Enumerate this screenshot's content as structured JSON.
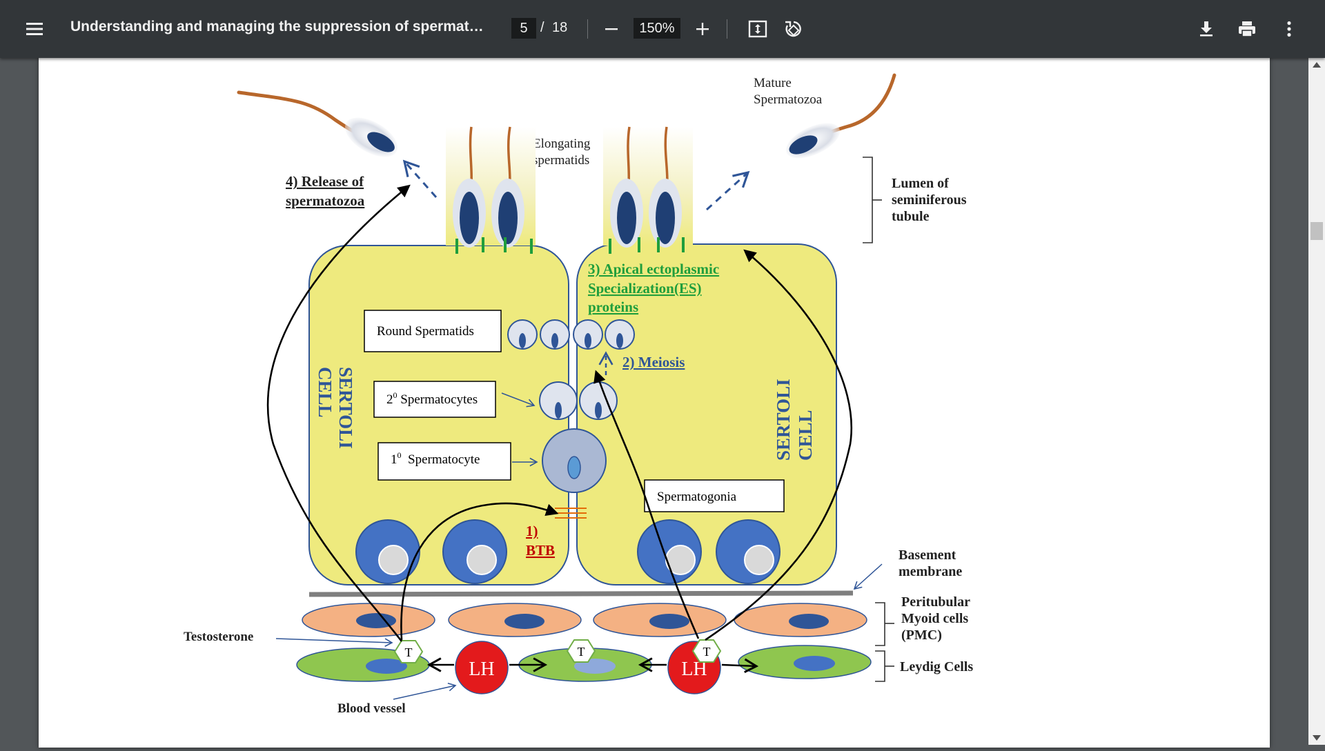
{
  "toolbar": {
    "title": "Understanding and managing the suppression of spermatogen...",
    "page_current": "5",
    "page_separator": "/",
    "page_total": "18",
    "zoom": "150%",
    "icons": [
      "menu-icon",
      "minus-icon",
      "plus-icon",
      "fit-page-icon",
      "rotate-icon",
      "download-icon",
      "print-icon",
      "more-vert-icon"
    ]
  },
  "figure": {
    "mature_line1": "Mature",
    "mature_line2": "Spermatozoa",
    "elongating_line1": "Elongating",
    "elongating_line2": "spermatids",
    "release_line1": "4) Release of",
    "release_line2": "spermatozoa",
    "lumen_line1": "Lumen of",
    "lumen_line2": "seminiferous",
    "lumen_line3": "tubule",
    "apical_line1": "3) Apical ectoplasmic",
    "apical_line2": "Specialization(ES)",
    "apical_line3": "proteins",
    "round_spermatids": "Round Spermatids",
    "secondary_spermatocytes_prefix": "2",
    "secondary_spermatocytes_sup": "0",
    "secondary_spermatocytes_label": " Spermatocytes",
    "primary_spermatocyte_prefix": "1",
    "primary_spermatocyte_sup": "0",
    "primary_spermatocyte_label": "  Spermatocyte",
    "meiosis": "2) Meiosis",
    "sertoli_line1": "SERTOLI",
    "sertoli_line2": "CELL",
    "spermatogonia": "Spermatogonia",
    "btb_line1": "1)",
    "btb_line2": "BTB",
    "basement_line1": "Basement",
    "basement_line2": "membrane",
    "pmc_line1": "Peritubular",
    "pmc_line2": "Myoid cells",
    "pmc_line3": "(PMC)",
    "testosterone": "Testosterone",
    "t_label": "T",
    "lh_label": "LH",
    "leydig": "Leydig Cells",
    "blood_vessel": "Blood vessel"
  },
  "colors": {
    "toolbar_bg": "#323639",
    "viewer_bg": "#525659",
    "sertoli_fill": "#eeea7e",
    "sertoli_stroke": "#2f5597",
    "nucleus_blue": "#4472c4",
    "pmc_fill": "#f4b183",
    "leydig_fill": "#8fc64f",
    "lh_red": "#e31a1c",
    "es_green": "#1f9e3c",
    "btb_red": "#c00000",
    "label_blue": "#2f5597"
  }
}
